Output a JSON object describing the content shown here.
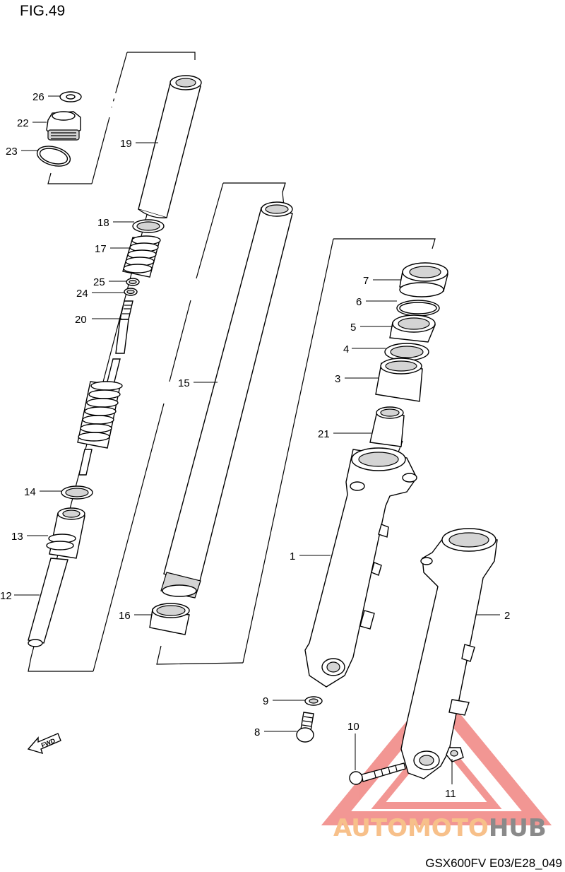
{
  "figure": {
    "title": "FIG.49",
    "footer_code": "GSX600FV E03/E28_049"
  },
  "fwd_label": "FWD",
  "watermark": {
    "text_part1": "AUTOMOTO",
    "text_part2": "HUB",
    "color_orange": "#f7c08a",
    "color_gray": "#8a8a8a",
    "color_red": "#e8413c"
  },
  "callouts": [
    {
      "id": "26",
      "label": "26"
    },
    {
      "id": "22",
      "label": "22"
    },
    {
      "id": "23",
      "label": "23"
    },
    {
      "id": "19",
      "label": "19"
    },
    {
      "id": "18",
      "label": "18"
    },
    {
      "id": "17",
      "label": "17"
    },
    {
      "id": "25",
      "label": "25"
    },
    {
      "id": "24",
      "label": "24"
    },
    {
      "id": "20",
      "label": "20"
    },
    {
      "id": "15",
      "label": "15"
    },
    {
      "id": "14",
      "label": "14"
    },
    {
      "id": "13",
      "label": "13"
    },
    {
      "id": "12",
      "label": "12"
    },
    {
      "id": "16",
      "label": "16"
    },
    {
      "id": "7",
      "label": "7"
    },
    {
      "id": "6",
      "label": "6"
    },
    {
      "id": "5",
      "label": "5"
    },
    {
      "id": "4",
      "label": "4"
    },
    {
      "id": "3",
      "label": "3"
    },
    {
      "id": "21",
      "label": "21"
    },
    {
      "id": "1",
      "label": "1"
    },
    {
      "id": "2",
      "label": "2"
    },
    {
      "id": "9",
      "label": "9"
    },
    {
      "id": "8",
      "label": "8"
    },
    {
      "id": "10",
      "label": "10"
    },
    {
      "id": "11",
      "label": "11"
    }
  ]
}
